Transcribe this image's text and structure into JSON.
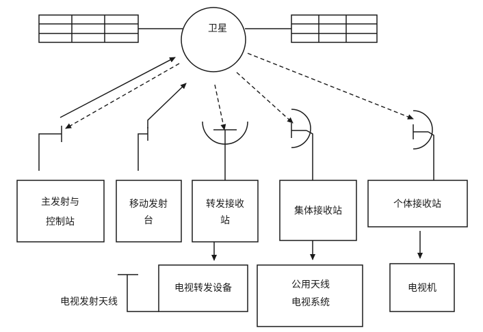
{
  "satellite": {
    "label": "卫星"
  },
  "stations": {
    "main_transmit": {
      "line1": "主发射与",
      "line2": "控制站"
    },
    "mobile_transmit": {
      "line1": "移动发射",
      "line2": "台"
    },
    "relay_receive": {
      "line1": "转发接收",
      "line2": "站"
    },
    "collective_receive": {
      "label": "集体接收站"
    },
    "individual_receive": {
      "label": "个体接收站"
    }
  },
  "equipment": {
    "tv_relay": {
      "label": "电视转发设备"
    },
    "public_antenna": {
      "line1": "公用天线",
      "line2": "电视系统"
    },
    "tv_set": {
      "label": "电视机"
    }
  },
  "tv_transmit_antenna": {
    "label": "电视发射天线"
  }
}
